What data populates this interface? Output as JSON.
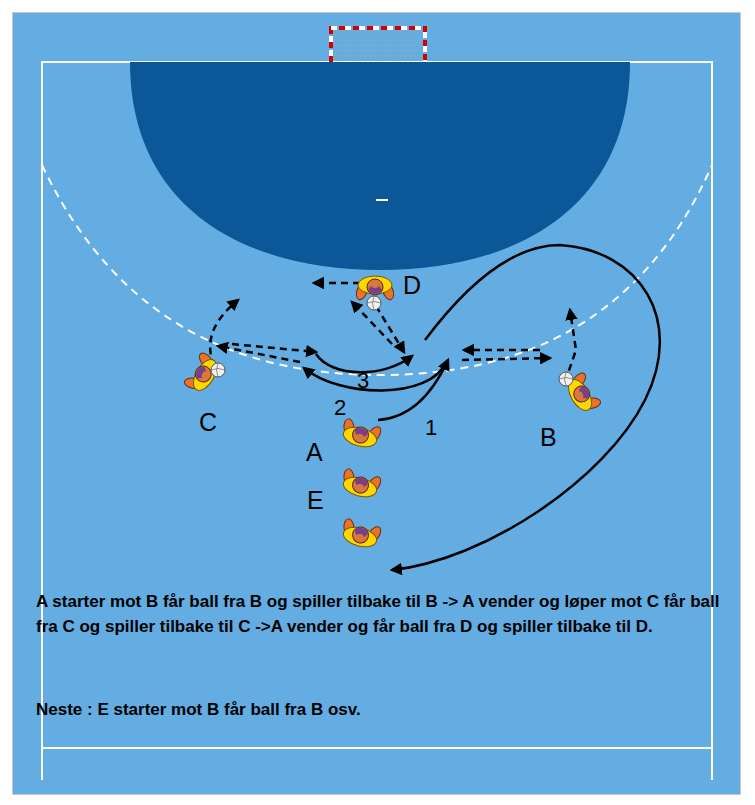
{
  "diagram": {
    "labels": [
      "D",
      "3",
      "C",
      "2",
      "A",
      "1",
      "B",
      "E",
      "A starter mot B får ball fra B og spiller tilbake til B -> A vender og løper mot C får ball fra C og spiller tilbake til C ->A vender og får ball fra D og spiller tilbake til D.",
      "Neste : E starter mot B får ball fra B osv."
    ]
  }
}
